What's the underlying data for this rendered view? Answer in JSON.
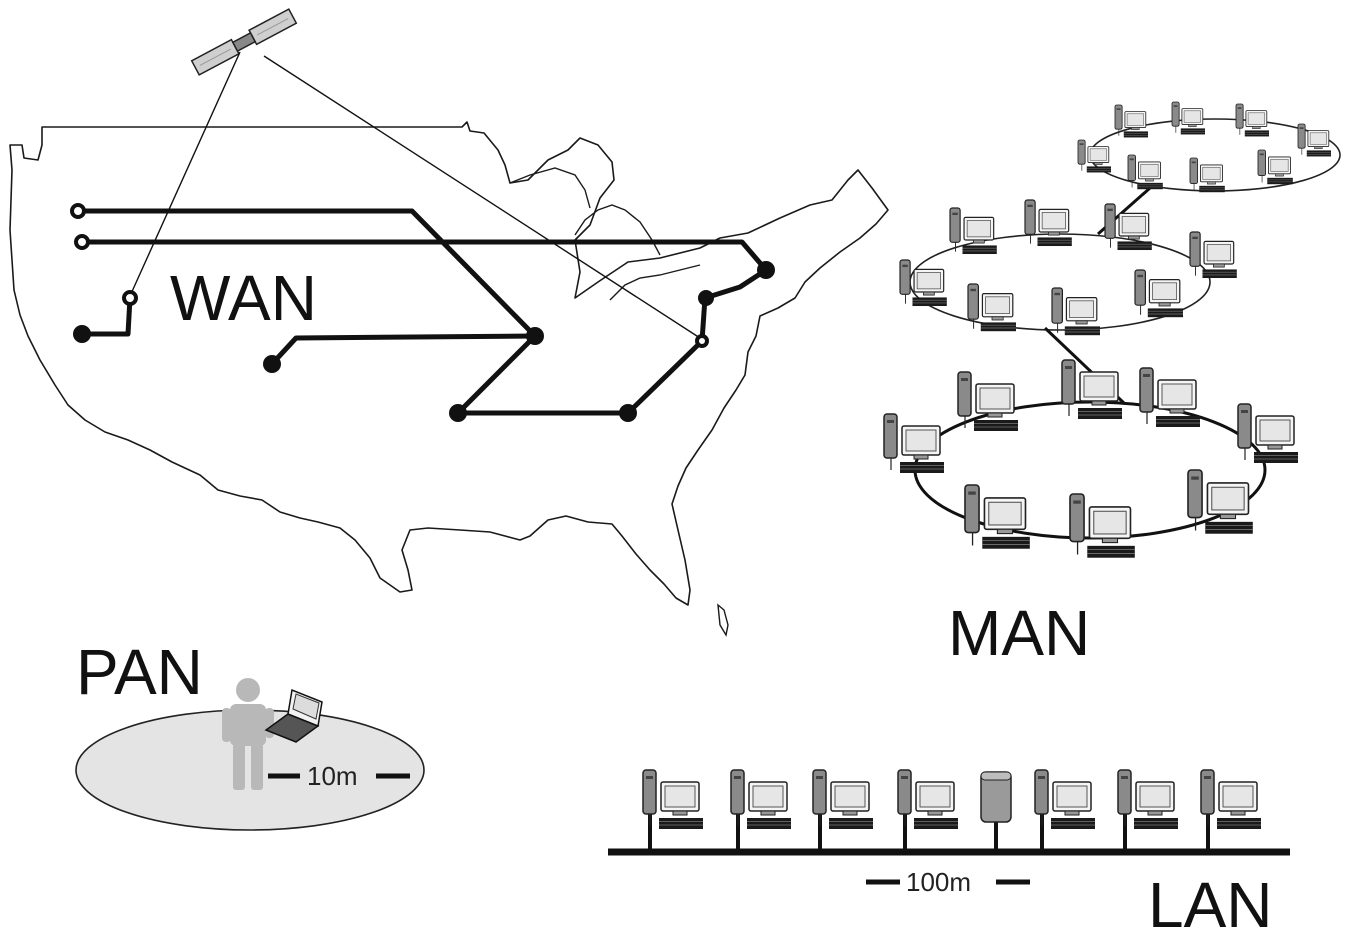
{
  "labels": {
    "wan": "WAN",
    "man": "MAN",
    "pan": "PAN",
    "lan": "LAN"
  },
  "scales": {
    "pan": "10m",
    "lan": "100m"
  },
  "icons": {
    "satellite": "satellite-icon",
    "computer": "computer-icon",
    "person": "person-icon",
    "laptop": "laptop-icon",
    "server": "server-icon"
  },
  "colors": {
    "ink": "#111111",
    "outline": "#222222",
    "tower": "#8a8a8a",
    "screen": "#e6e6e6",
    "pan_area": "#e4e4e4",
    "person": "#b8b8b8"
  }
}
